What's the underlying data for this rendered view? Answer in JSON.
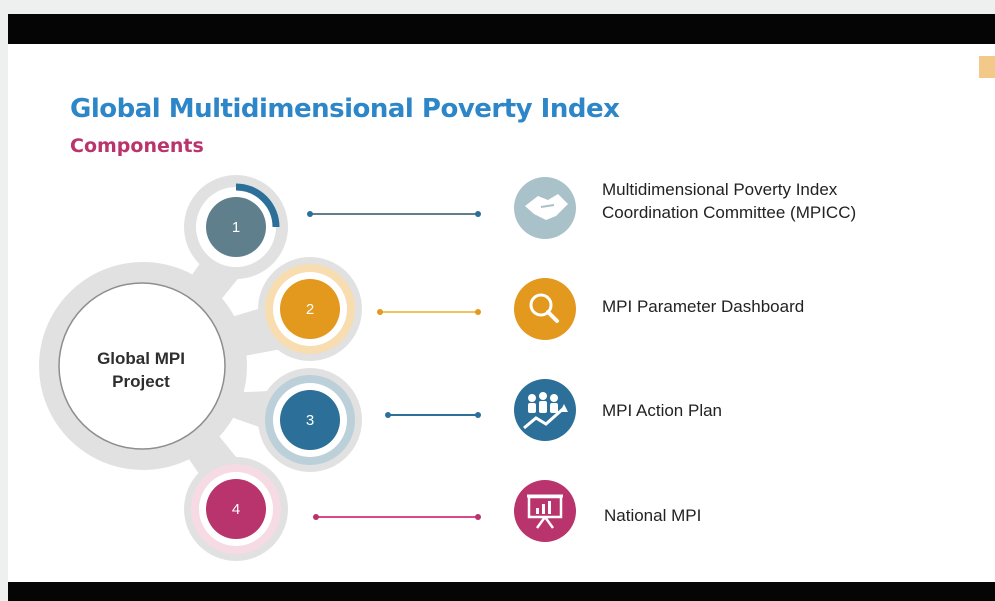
{
  "slide": {
    "title": "Global Multidimensional Poverty Index",
    "subtitle": "Components"
  },
  "center": {
    "line1": "Global MPI",
    "line2": "Project"
  },
  "components": [
    {
      "number": "1",
      "label_line1": "Multidimensional Poverty Index",
      "label_line2": "Coordination Committee (MPICC)",
      "icon": "handshake-icon",
      "color": "#607f8c",
      "icon_color": "#a9c1c9",
      "ring_color": "#d9d9d9",
      "arc_color": "#2c6f98"
    },
    {
      "number": "2",
      "label_line1": "MPI Parameter Dashboard",
      "label_line2": "",
      "icon": "magnifier-icon",
      "color": "#e3981e",
      "icon_color": "#e3981e",
      "ring_color": "#f7ddb0",
      "arc_color": "#f7ddb0"
    },
    {
      "number": "3",
      "label_line1": "MPI Action Plan",
      "label_line2": "",
      "icon": "people-growth-icon",
      "color": "#2c6f98",
      "icon_color": "#2c6f98",
      "ring_color": "#c3d4dc",
      "arc_color": "#bcd0da"
    },
    {
      "number": "4",
      "label_line1": "National MPI",
      "label_line2": "",
      "icon": "presentation-board-icon",
      "color": "#b9336c",
      "icon_color": "#b9336c",
      "ring_color": "#f6dbe5",
      "arc_color": "#f6dbe5"
    }
  ]
}
